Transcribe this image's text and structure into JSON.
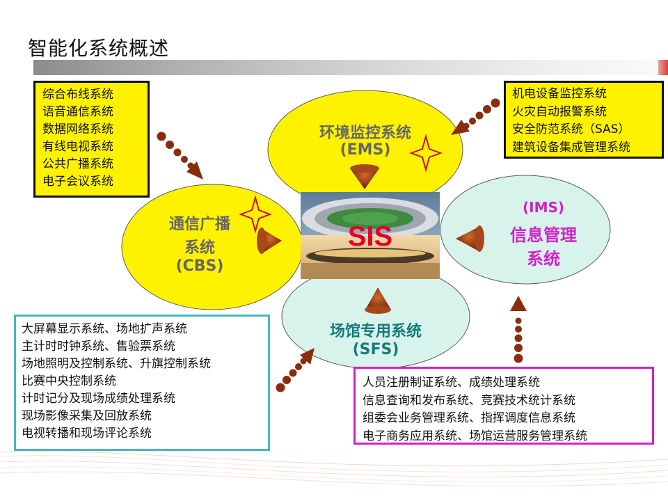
{
  "title": "智能化系统概述",
  "boxes": {
    "top_left": [
      "综合布线系统",
      "语音通信系统",
      "数据网络系统",
      "有线电视系统",
      "公共广播系统",
      "电子会议系统"
    ],
    "top_right": [
      "机电设备监控系统",
      "火灾自动报警系统",
      "安全防范系统（SAS）",
      "建筑设备集成管理系统"
    ],
    "bottom_left": [
      "大屏幕显示系统、场地扩声系统",
      "主计时时钟系统、售验票系统",
      "场地照明及控制系统、升旗控制系统",
      "比赛中央控制系统",
      "计时记分及现场成绩处理系统",
      "现场影像采集及回放系统",
      "电视转播和现场评论系统"
    ],
    "bottom_right": [
      "人员注册制证系统、成绩处理系统",
      "信息查询和发布系统、竞赛技术统计系统",
      "组委会业务管理系统、指挥调度信息系统",
      "电子商务应用系统、场馆运营服务管理系统"
    ]
  },
  "ellipses": {
    "ems": {
      "name": "环境监控系统",
      "code": "(EMS)"
    },
    "cbs": {
      "name": "通信广播",
      "line2": "系统",
      "code": "(CBS)"
    },
    "ims": {
      "code": "(IMS)",
      "name": "信息管理",
      "line2": "系统"
    },
    "sfs": {
      "name": "场馆专用系统",
      "code": "(SFS)"
    }
  },
  "center": {
    "label": "SIS"
  },
  "colors": {
    "ellipse_yellow": "#fff200",
    "ellipse_teal": "#d8f3ec",
    "arrow": "#8b2d0c",
    "sparkle": "#c8102e",
    "box_teal_border": "#48b8b8",
    "box_magenta_border": "#d321c9",
    "ims_text": "#d321c9",
    "sfs_text": "#157a7a",
    "sis_text": "#e0002a"
  },
  "icons": [
    "sparkle-icon",
    "cone-arrow-icon",
    "dotted-arrow-icon",
    "stadium-photo"
  ]
}
